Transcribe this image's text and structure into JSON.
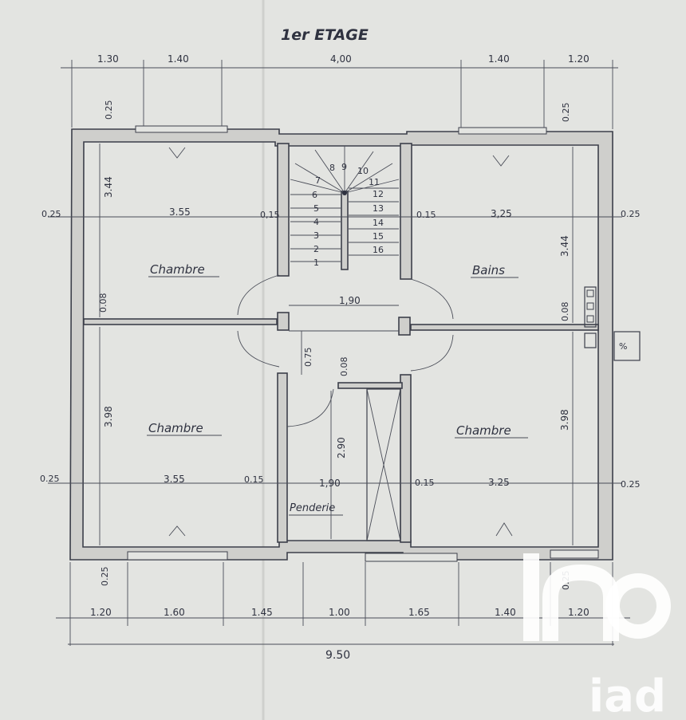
{
  "title": "1er ETAGE",
  "rooms": {
    "chambre_top_left": "Chambre",
    "chambre_bottom_left": "Chambre",
    "bains": "Bains",
    "chambre_bottom_right": "Chambre",
    "penderie": "Penderie"
  },
  "top_dims": [
    "1.30",
    "1.40",
    "4,00",
    "1.40",
    "1.20"
  ],
  "bottom_dims": [
    "1.20",
    "1.60",
    "1.45",
    "1.00",
    "1.65",
    "1.40",
    "1.20"
  ],
  "total_width": "9.50",
  "wall_dims": {
    "top_left": "0.25",
    "top_right": "0.25",
    "bottom_left": "0.25",
    "bottom_right": "0.25",
    "left_upper": "0.25",
    "right_upper": "0.25",
    "left_lower": "0.25",
    "right_lower": "0.25"
  },
  "room_dims": {
    "tl_width": "3.55",
    "tl_height": "3.44",
    "stair_wall_left": "0,15",
    "stair_wall_right": "0.15",
    "tr_width": "3,25",
    "tr_height": "3.44",
    "hall_width": "1,90",
    "partition_left": "0.08",
    "partition_right": "0.08",
    "door_width": "0.75",
    "closet_wall": "0.08",
    "bl_width": "3.55",
    "bl_height": "3.98",
    "bl_wall": "0.15",
    "penderie_width": "1,90",
    "br_wall": "0.15",
    "br_width": "3.25",
    "br_height": "3.98",
    "penderie_height": "2.90"
  },
  "stair_steps": [
    "1",
    "2",
    "3",
    "4",
    "5",
    "6",
    "7",
    "8",
    "9",
    "10",
    "11",
    "12",
    "13",
    "14",
    "15",
    "16"
  ],
  "meter_label": "%",
  "watermark": "iad"
}
